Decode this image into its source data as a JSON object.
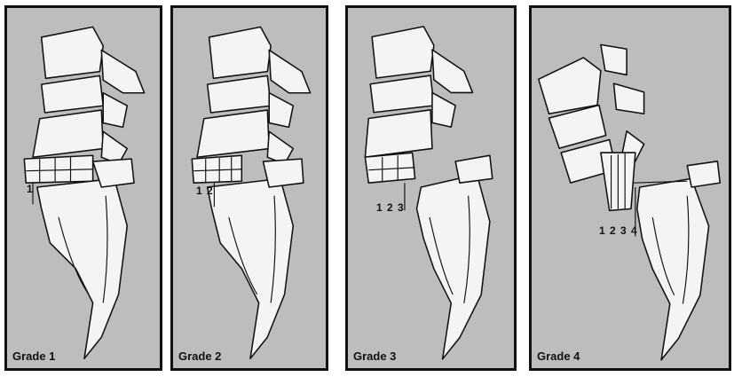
{
  "panels": [
    {
      "grade_label": "Grade 1",
      "numbers": "1"
    },
    {
      "grade_label": "Grade 2",
      "numbers": "1 2"
    },
    {
      "grade_label": "Grade 3",
      "numbers": "1 2 3"
    },
    {
      "grade_label": "Grade 4",
      "numbers": "1 2 3 4"
    }
  ],
  "colors": {
    "background": "#bdbdbd",
    "bone": "#f4f4f2",
    "outline": "#111111",
    "border": "#111111"
  }
}
